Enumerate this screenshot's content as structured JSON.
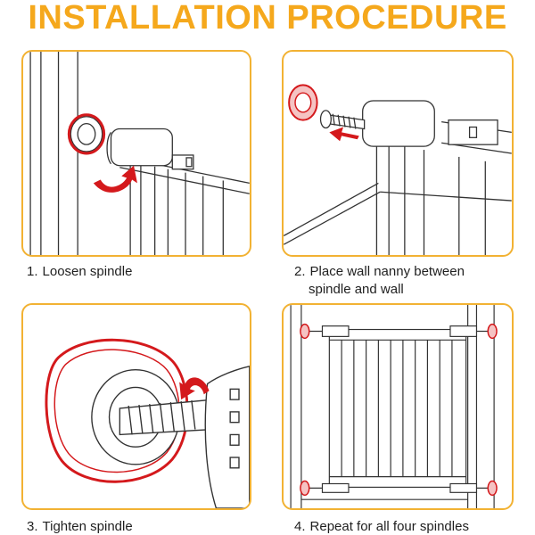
{
  "title": "INSTALLATION PROCEDURE",
  "colors": {
    "title": "#f5a81c",
    "panel_border": "#f2b233",
    "arrow": "#d4191c",
    "line": "#333333"
  },
  "steps": [
    {
      "number": "1.",
      "text": "Loosen spindle",
      "icon": "rotate-arrow-icon"
    },
    {
      "number": "2.",
      "text_line1": "Place wall nanny between",
      "text_line2": "spindle and wall",
      "icon": "insert-arrow-icon"
    },
    {
      "number": "3.",
      "text": "Tighten spindle",
      "icon": "rotate-arrow-icon"
    },
    {
      "number": "4.",
      "text": "Repeat for all four spindles",
      "icon": "gate-icon"
    }
  ]
}
